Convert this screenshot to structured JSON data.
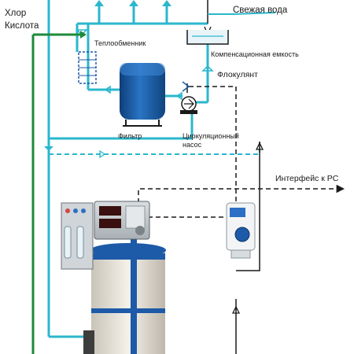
{
  "labels": {
    "chlorine": "Хлор",
    "acid": "Кислота",
    "fresh_water": "Свежая вода",
    "heat_exchanger": "Теплообменник",
    "compensation_tank": "Компенсационная емкость",
    "flocculant": "Флокулянт",
    "filter": "Фильтр",
    "pump_line1": "Циркуляционный",
    "pump_line2": "насос",
    "pc_interface": "Интерфейс к PC"
  },
  "colors": {
    "water_line": "#2bb7cc",
    "chemical_line": "#1f8a3a",
    "signal_line": "#1a1a1a",
    "equipment_blue": "#1d5aa8",
    "text": "#1a1a1a"
  },
  "icons": {
    "filter": "cylindrical-filter-tank",
    "pump": "circulation-pump",
    "heat_exchanger": "plate-heat-exchanger",
    "tank": "compensation-tank",
    "controller": "dosing-controller-panel",
    "dosing_pump": "flocculant-dosing-pump",
    "canister": "chemical-canister"
  }
}
